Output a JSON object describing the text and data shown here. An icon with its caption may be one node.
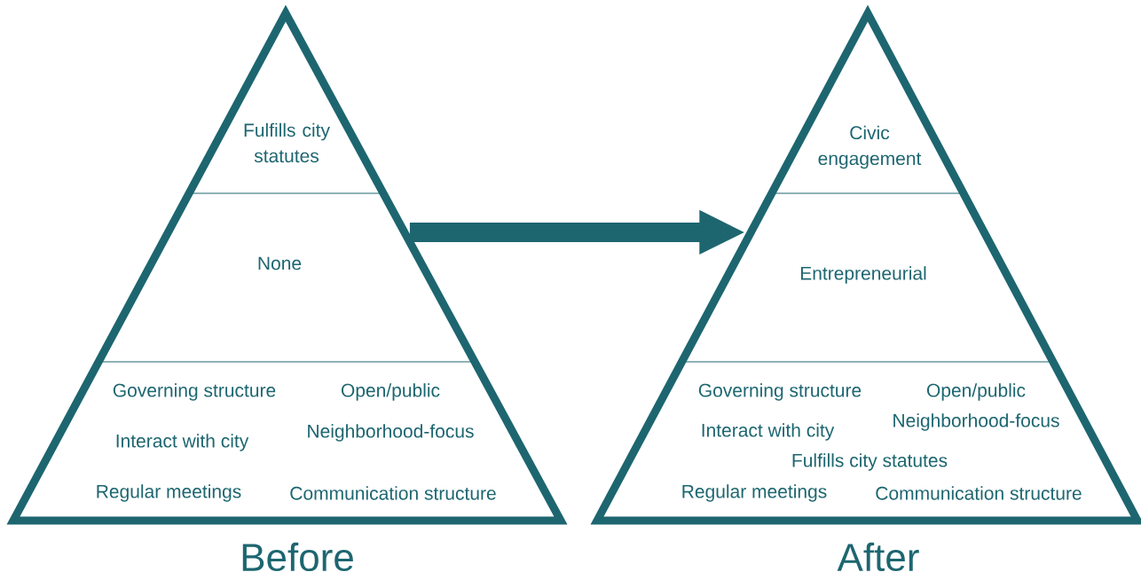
{
  "diagram": {
    "nodes": [
      {
        "text": [
          "Before"
        ]
      },
      {
        "text": [
          "Fulfills city statutes"
        ],
        "in": 0
      },
      {
        "text": [
          "None"
        ],
        "in": 0
      },
      {
        "text": [
          "Governing structure",
          "Open/public",
          "Interact with city",
          "Neighborhood-focus",
          "Regular meetings",
          "Communication structure"
        ],
        "in": 0
      },
      {
        "text": [
          "After"
        ]
      },
      {
        "text": [
          "Civic engagement"
        ],
        "in": 4
      },
      {
        "text": [
          "Entrepreneurial"
        ],
        "in": 4
      },
      {
        "text": [
          "Governing structure",
          "Open/public",
          "Interact with city",
          "Neighborhood-focus",
          "Fulfills city statutes",
          "Regular meetings",
          "Communication structure"
        ],
        "in": 4
      }
    ],
    "edges": [
      {
        "from": 0,
        "to": 4,
        "arrow": "to"
      }
    ]
  }
}
